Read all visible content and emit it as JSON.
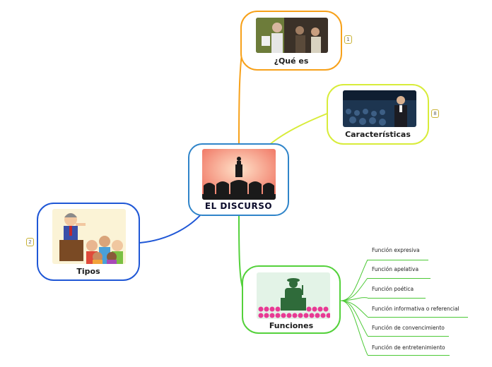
{
  "central": {
    "title": "EL DISCURSO",
    "image": "speaker-podium-audience-illustration"
  },
  "nodes": {
    "que_es": {
      "label": "¿Qué es",
      "badge": "1",
      "image": "protesters-with-microphone-photo"
    },
    "caracteristicas": {
      "label": "Características",
      "badge": "8",
      "image": "speaker-on-stage-conference-photo"
    },
    "tipos": {
      "label": "Tipos",
      "badge": "2",
      "image": "cartoon-lecturer-and-audience"
    },
    "funciones": {
      "label": "Funciones",
      "image": "green-speaker-pink-audience-icon",
      "items": [
        "Función expresiva",
        "Función apelativa",
        "Función poética",
        "Función informativa o referencial",
        "Función de convencimiento",
        "Función de entretenimiento"
      ]
    }
  },
  "colors": {
    "que_es": "#f7a11a",
    "caracteristicas": "#d8ec3a",
    "tipos": "#1f57d6",
    "funciones": "#54d13b",
    "central_border": "#2f84c9"
  }
}
